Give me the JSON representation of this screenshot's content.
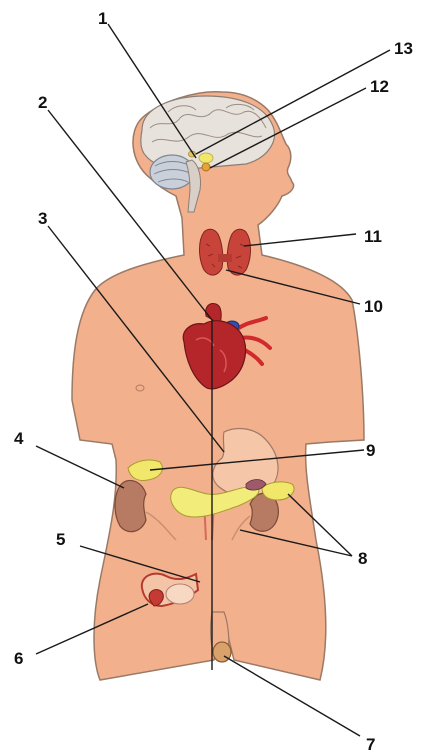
{
  "labels": {
    "n1": "1",
    "n2": "2",
    "n3": "3",
    "n4": "4",
    "n5": "5",
    "n6": "6",
    "n7": "7",
    "n8": "8",
    "n9": "9",
    "n10": "10",
    "n11": "11",
    "n12": "12",
    "n13": "13"
  },
  "colors": {
    "skin": "#f2b08c",
    "skin_outline": "#9a7a66",
    "brain": "#e8e2dc",
    "cerebellum": "#c9d0da",
    "thyroid": "#c8443a",
    "heart": "#b4262a",
    "vessel_blue": "#2f4fae",
    "kidney": "#b77a62",
    "adrenal": "#f1e76a",
    "pancreas": "#f2ec7a",
    "stomach": "#f5c6a8",
    "reproductive": "#b63a30",
    "testis": "#d9a26a"
  }
}
